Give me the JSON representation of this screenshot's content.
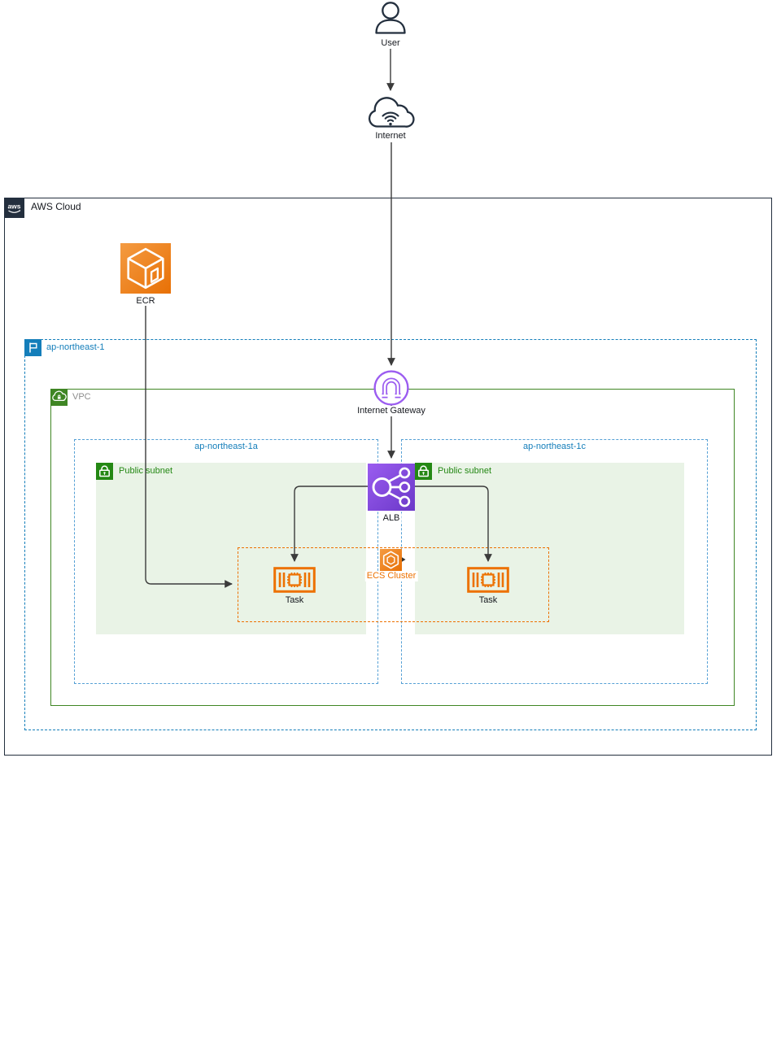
{
  "nodes": {
    "user": {
      "label": "User",
      "icon": "user-icon"
    },
    "internet": {
      "label": "Internet",
      "icon": "cloud-wifi-icon"
    },
    "aws_cloud": {
      "label": "AWS Cloud",
      "logo_text": "aws"
    },
    "ecr": {
      "label": "ECR",
      "icon": "container-registry-icon"
    },
    "region": {
      "label": "ap-northeast-1",
      "icon": "region-flag-icon"
    },
    "vpc": {
      "label": "VPC",
      "icon": "vpc-cloud-icon"
    },
    "internet_gateway": {
      "label": "Internet Gateway",
      "icon": "gateway-arch-icon"
    },
    "az_a": {
      "label": "ap-northeast-1a"
    },
    "az_c": {
      "label": "ap-northeast-1c"
    },
    "subnet_a": {
      "label": "Public subnet",
      "icon": "lock-icon"
    },
    "subnet_c": {
      "label": "Public subnet",
      "icon": "lock-icon"
    },
    "alb": {
      "label": "ALB",
      "icon": "load-balancer-icon"
    },
    "ecs_cluster": {
      "label": "ECS Cluster",
      "icon": "ecs-hexagon-icon"
    },
    "task_a": {
      "label": "Task",
      "icon": "ecs-task-icon"
    },
    "task_c": {
      "label": "Task",
      "icon": "ecs-task-icon"
    }
  },
  "edges": [
    {
      "from": "User",
      "to": "Internet"
    },
    {
      "from": "Internet",
      "to": "Internet Gateway"
    },
    {
      "from": "Internet Gateway",
      "to": "ALB"
    },
    {
      "from": "ECR",
      "to": "ECS Cluster"
    },
    {
      "from": "ALB",
      "to": "Task (ap-northeast-1a)"
    },
    {
      "from": "ALB",
      "to": "Task (ap-northeast-1c)"
    }
  ],
  "colors": {
    "outline_dark": "#232F3E",
    "orange": "#ED7100",
    "purple": "#8C4FFF",
    "region_blue": "#147EBA",
    "az_blue": "#55A0D5",
    "vpc_green": "#3F8624",
    "subnet_label_green": "#248814",
    "subnet_fill": "#E9F3E6",
    "connector": "#3B3B3B"
  }
}
